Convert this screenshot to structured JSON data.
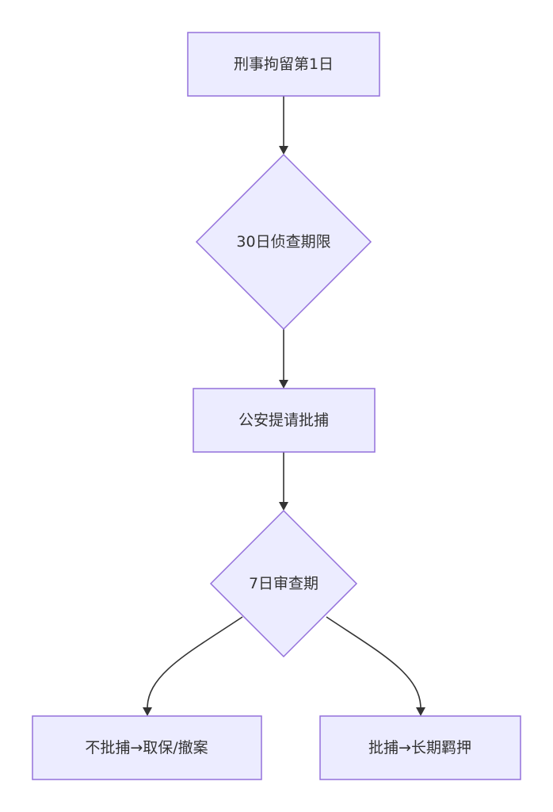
{
  "diagram": {
    "nodes": {
      "detention_day1": "刑事拘留第1日",
      "investigation_30": "30日侦查期限",
      "police_request": "公安提请批捕",
      "review_7": "7日审查期",
      "no_arrest": "不批捕→取保/撤案",
      "arrest": "批捕→长期羁押"
    },
    "edges": [
      {
        "from": "detention_day1",
        "to": "investigation_30"
      },
      {
        "from": "investigation_30",
        "to": "police_request"
      },
      {
        "from": "police_request",
        "to": "review_7"
      },
      {
        "from": "review_7",
        "to": "no_arrest"
      },
      {
        "from": "review_7",
        "to": "arrest"
      }
    ],
    "colors": {
      "node_fill": "#ECECFF",
      "node_stroke": "#9370DB",
      "edge": "#333333",
      "text": "#333333"
    }
  }
}
